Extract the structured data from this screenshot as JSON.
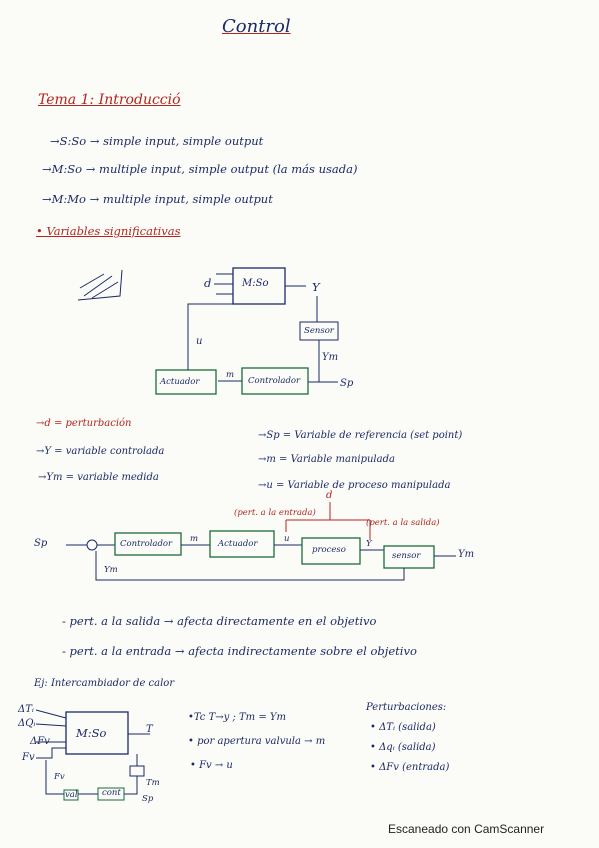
{
  "title": "Control",
  "tema": "Tema 1: Introducció",
  "intro_lines": [
    "→S:So → simple input, simple output",
    "→M:So → multiple input, simple output (la más usada)",
    "→M:Mo → multiple input, simple output"
  ],
  "variables_heading": "• Variables significativas",
  "diagram1": {
    "d": "d",
    "miso": "M:So",
    "y": "Y",
    "sensor": "Sensor",
    "ym": "Ym",
    "u": "u",
    "actuador": "Actuador",
    "m": "m",
    "controlador": "Controlador",
    "sp": "Sp"
  },
  "definitions_left": [
    "→d = perturbación",
    "→Y = variable controlada",
    "→Ym = variable medida"
  ],
  "definitions_right": [
    "→Sp = Variable de referencia (set point)",
    "→m = Variable manipulada",
    "→u = Variable de proceso manipulada"
  ],
  "diagram2": {
    "sp": "Sp",
    "controlador": "Controlador",
    "m": "m",
    "actuador": "Actuador",
    "u": "u",
    "proceso": "proceso",
    "y": "Y",
    "sensor": "sensor",
    "ym_out": "Ym",
    "ym_fb": "Ym",
    "d": "d",
    "pert_entrada": "(pert. a la entrada)",
    "pert_salida": "(pert. a la salida)"
  },
  "notes": [
    "- pert. a la salida → afecta directamente en el objetivo",
    "- pert. a la entrada → afecta indirectamente sobre el objetivo"
  ],
  "example_title": "Ej: Intercambiador de calor",
  "diagram3": {
    "inputs": [
      "ΔTᵢ",
      "ΔQᵢ",
      "ΔFv",
      "Fv"
    ],
    "miso": "M:So",
    "t": "T",
    "tm": "Tm",
    "fv": "Fv",
    "val": "val",
    "cont": "cont",
    "sp": "Sp"
  },
  "example_lines": [
    "•Tc T→y ; Tm = Ym",
    "• por apertura valvula → m",
    "• Fv → u"
  ],
  "perturbaciones_title": "Perturbaciones:",
  "perturbaciones": [
    "• ΔTᵢ (salida)",
    "• Δqᵢ (salida)",
    "• ΔFv (entrada)"
  ],
  "footer": "Escaneado con CamScanner"
}
